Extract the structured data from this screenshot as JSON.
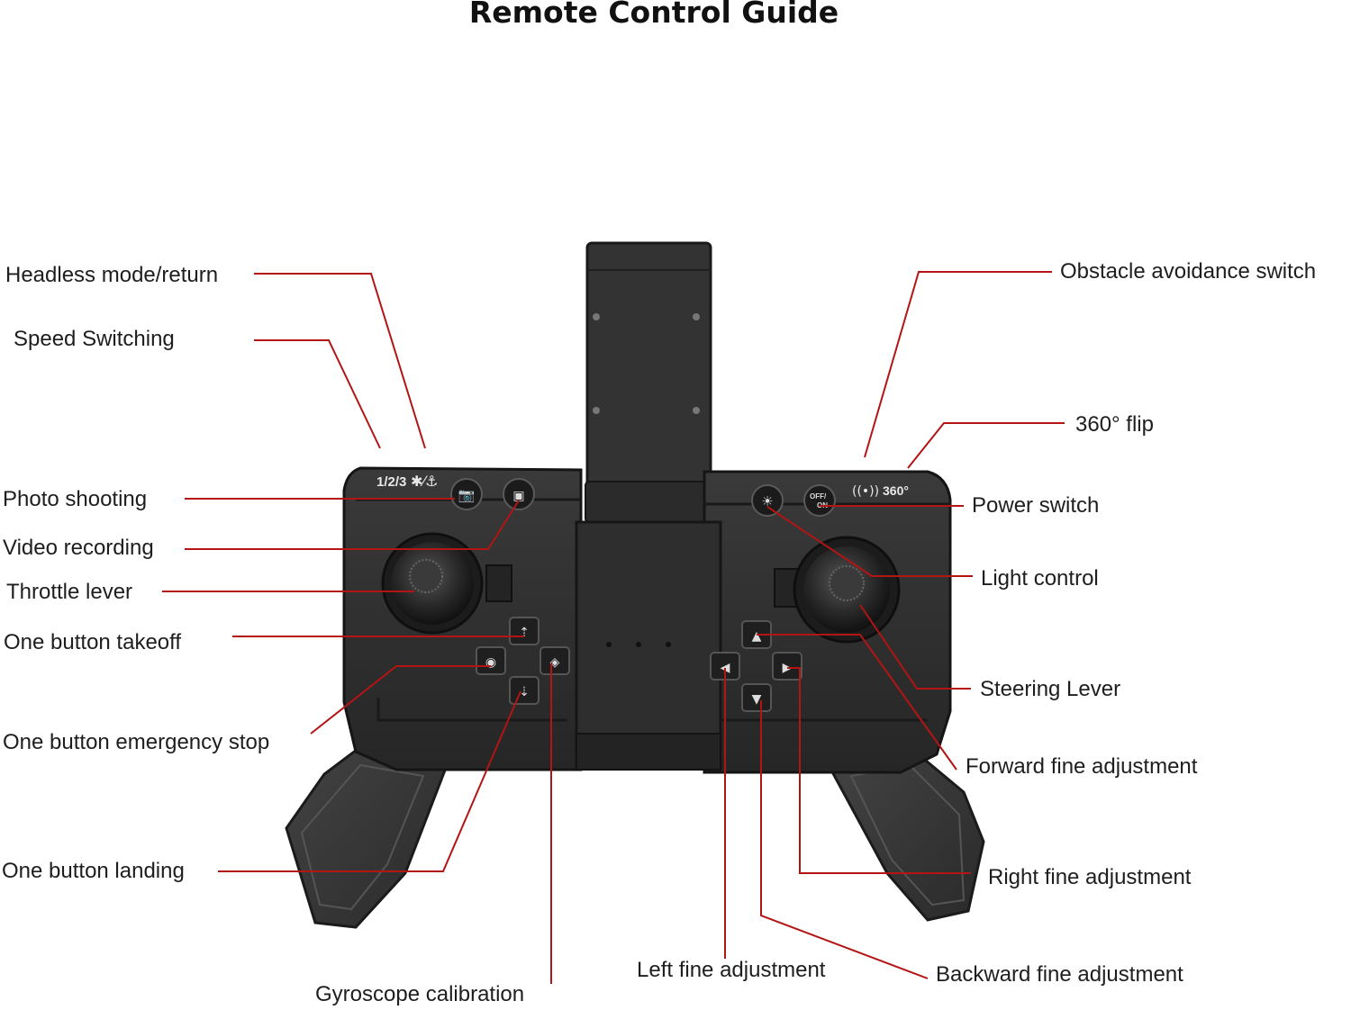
{
  "title": "Remote Control Guide",
  "labels": {
    "headless_mode": "Headless mode/return",
    "speed_switching": "Speed Switching",
    "photo_shooting": "Photo shooting",
    "video_recording": "Video recording",
    "throttle_lever": "Throttle lever",
    "takeoff": "One button takeoff",
    "emergency_stop": "One button emergency stop",
    "landing": "One button landing",
    "gyro_calibration": "Gyroscope calibration",
    "obstacle_avoidance": "Obstacle avoidance switch",
    "flip": "360° flip",
    "power_switch": "Power switch",
    "light_control": "Light control",
    "steering_lever": "Steering Lever",
    "forward_adjust": "Forward fine adjustment",
    "right_adjust": "Right fine adjustment",
    "left_adjust": "Left fine adjustment",
    "backward_adjust": "Backward fine adjustment"
  },
  "panel_markings": {
    "speed_marking": "1/2/3",
    "power_marking_top": "OFF/",
    "power_marking_bottom": "ON",
    "flip_marking": "360°"
  },
  "colors": {
    "leader_line": "#b31414",
    "controller_body": "#2b2b2b",
    "background": "#ffffff"
  }
}
